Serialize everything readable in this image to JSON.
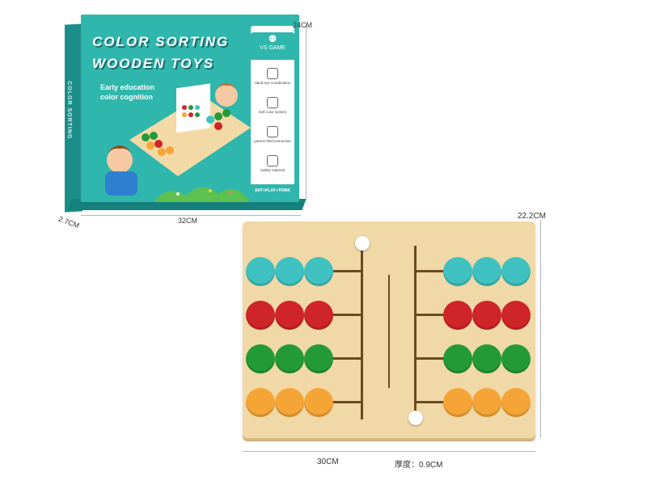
{
  "box": {
    "title_line1": "COLOR SORTING",
    "title_line2": "WOODEN TOYS",
    "subtitle_line1": "Early education",
    "subtitle_line2": "color cognition",
    "side_text": "COLOR SORTING",
    "panel_header": "VS GAME",
    "features": [
      "Hand eye coordination",
      "Soft color system",
      "parent-child interaction",
      "Safety material"
    ],
    "footer": "ART+PLAY+THINK",
    "colors": {
      "front": "#2fb6ad",
      "side": "#1c8e8a"
    }
  },
  "dimensions": {
    "box_height": "24CM",
    "box_depth": "2.7CM",
    "box_width": "32CM",
    "board_height": "22.2CM",
    "board_width": "30CM",
    "board_thickness": "厚度：0.9CM"
  },
  "board": {
    "rows": [
      {
        "color": "#3ec1c0"
      },
      {
        "color": "#cf2428"
      },
      {
        "color": "#249a36"
      },
      {
        "color": "#f5a535"
      }
    ],
    "pegs_per_side": 3,
    "wood_color": "#f0d8a7"
  }
}
